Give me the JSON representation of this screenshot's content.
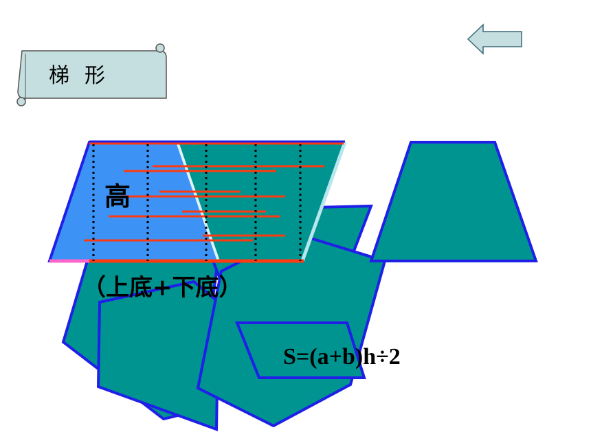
{
  "title_scroll": {
    "text": "梯形"
  },
  "labels": {
    "height": "高",
    "bases_sum": "（上底+下底）",
    "area_formula": "S=(a+b)h÷2"
  },
  "colors": {
    "teal_fill": "#009490",
    "blue_outline": "#1f1fe8",
    "light_blue_half": "#3d93f5",
    "red_line": "#ff3a10",
    "pink_base": "#ff66cc",
    "scroll_fill": "#c5dfe0",
    "light_edge": "#b7e6ec"
  },
  "icons": {
    "back": "back-arrow-icon"
  }
}
